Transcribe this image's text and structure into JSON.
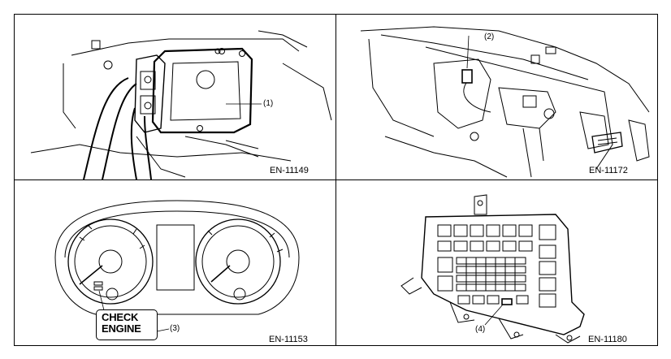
{
  "panels": [
    {
      "figure_code": "EN-11149",
      "callout": "(1)"
    },
    {
      "figure_code": "EN-11172",
      "callout": "(2)"
    },
    {
      "figure_code": "EN-11153",
      "callout": "(3)",
      "warning_text": [
        "CHECK",
        "ENGINE"
      ]
    },
    {
      "figure_code": "EN-11180",
      "callout": "(4)"
    }
  ]
}
